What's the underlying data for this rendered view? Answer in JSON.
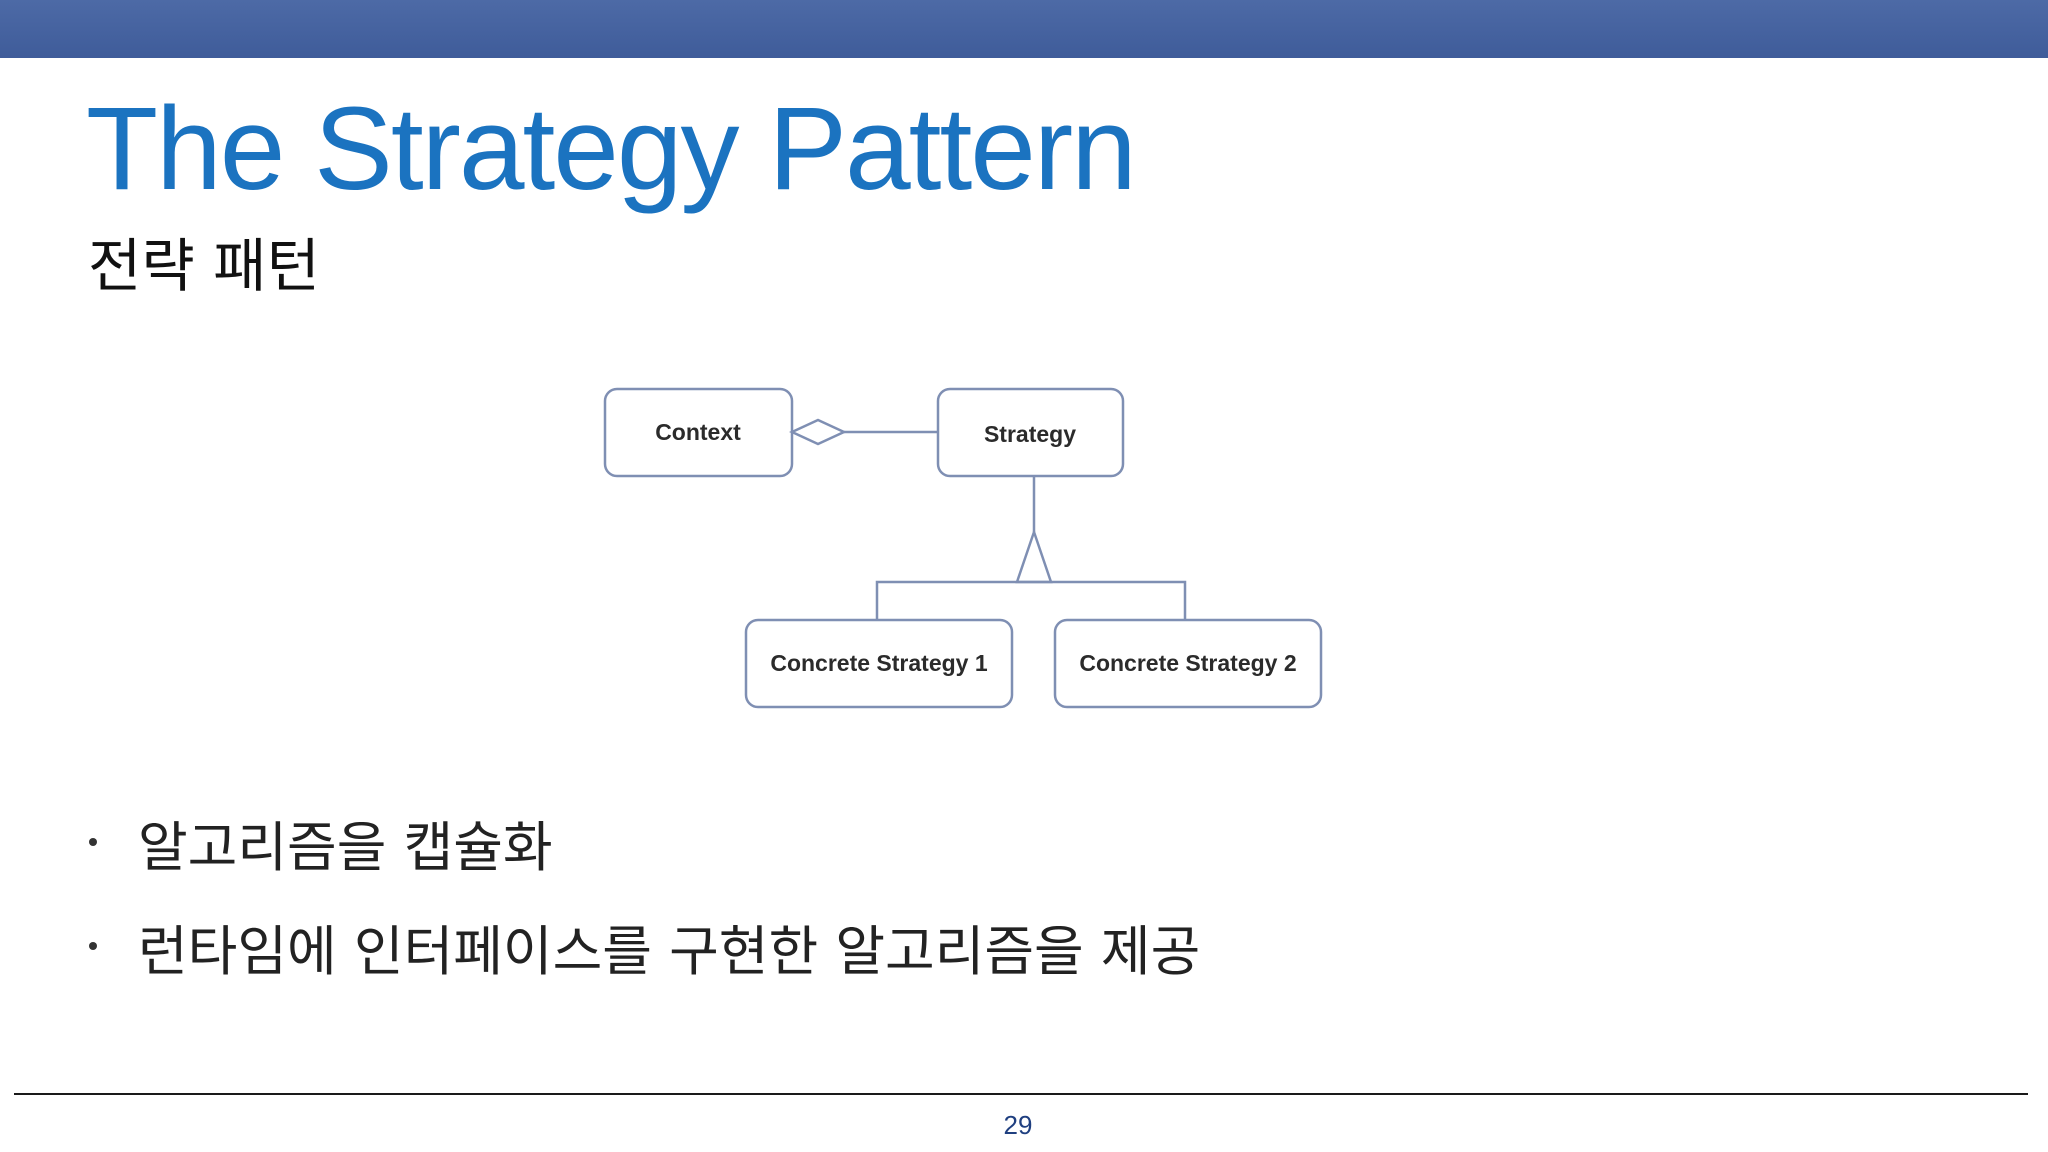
{
  "slide": {
    "title": "The Strategy Pattern",
    "subtitle": "전략 패턴",
    "page_number": "29",
    "colors": {
      "top_bar": "#4561a0",
      "title": "#1b73c0",
      "box_border": "#7f8fb3",
      "page_number": "#1f3f80"
    }
  },
  "diagram": {
    "context_label": "Context",
    "strategy_label": "Strategy",
    "concrete1_label": "Concrete Strategy 1",
    "concrete2_label": "Concrete Strategy 2"
  },
  "bullets": [
    {
      "text": "알고리즘을 캡슐화"
    },
    {
      "text": "런타임에 인터페이스를 구현한 알고리즘을 제공"
    }
  ]
}
